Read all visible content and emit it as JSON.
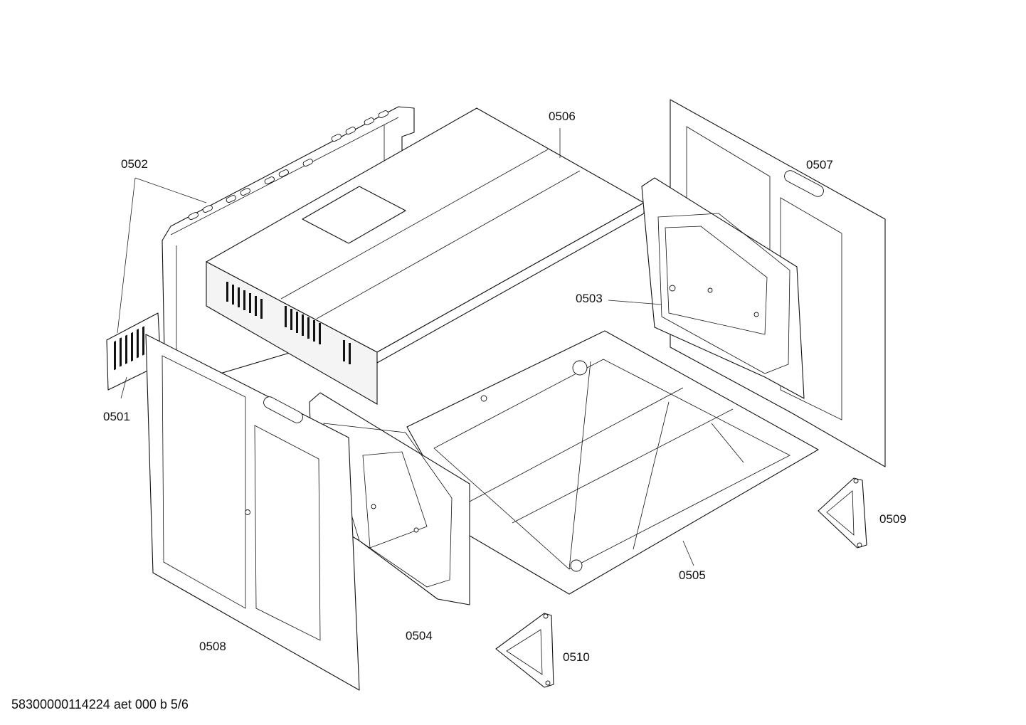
{
  "labels": {
    "p0501": "0501",
    "p0502": "0502",
    "p0503": "0503",
    "p0504": "0504",
    "p0505": "0505",
    "p0506": "0506",
    "p0507": "0507",
    "p0508": "0508",
    "p0509": "0509",
    "p0510": "0510"
  },
  "footer": "58300000114224 aet 000 b 5/6",
  "colors": {
    "line": "#111111",
    "background": "#ffffff"
  }
}
